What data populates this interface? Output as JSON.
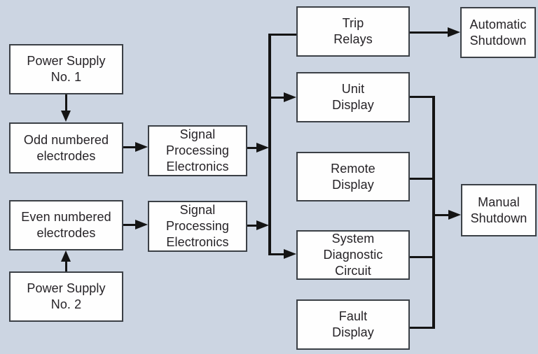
{
  "diagram": {
    "type": "block-diagram",
    "colors": {
      "background": "#ccd5e2",
      "box_fill": "#fefefe",
      "box_border": "#3b4046",
      "line": "#141414",
      "text": "#262327"
    },
    "nodes": {
      "power_supply_1": {
        "label": "Power Supply\nNo. 1"
      },
      "odd_electrodes": {
        "label": "Odd numbered\nelectrodes"
      },
      "even_electrodes": {
        "label": "Even numbered\nelectrodes"
      },
      "power_supply_2": {
        "label": "Power Supply\nNo. 2"
      },
      "signal_processing_1": {
        "label": "Signal\nProcessing\nElectronics"
      },
      "signal_processing_2": {
        "label": "Signal\nProcessing\nElectronics"
      },
      "trip_relays": {
        "label": "Trip\nRelays"
      },
      "unit_display": {
        "label": "Unit\nDisplay"
      },
      "remote_display": {
        "label": "Remote\nDisplay"
      },
      "system_diagnostic_circuit": {
        "label": "System\nDiagnostic\nCircuit"
      },
      "fault_display": {
        "label": "Fault\nDisplay"
      },
      "automatic_shutdown": {
        "label": "Automatic\nShutdown"
      },
      "manual_shutdown": {
        "label": "Manual\nShutdown"
      }
    },
    "edges": [
      {
        "from": "power_supply_1",
        "to": "odd_electrodes",
        "style": "arrow"
      },
      {
        "from": "power_supply_2",
        "to": "even_electrodes",
        "style": "arrow"
      },
      {
        "from": "odd_electrodes",
        "to": "signal_processing_1",
        "style": "arrow"
      },
      {
        "from": "even_electrodes",
        "to": "signal_processing_2",
        "style": "arrow"
      },
      {
        "from": "signal_processing_1",
        "to": "left_bus",
        "style": "arrow"
      },
      {
        "from": "signal_processing_2",
        "to": "left_bus",
        "style": "arrow"
      },
      {
        "from": "left_bus",
        "to": "trip_relays",
        "style": "line"
      },
      {
        "from": "left_bus",
        "to": "unit_display",
        "style": "arrow"
      },
      {
        "from": "left_bus",
        "to": "system_diagnostic_circuit",
        "style": "arrow"
      },
      {
        "from": "trip_relays",
        "to": "automatic_shutdown",
        "style": "arrow"
      },
      {
        "from": "unit_display",
        "to": "right_bus",
        "style": "line"
      },
      {
        "from": "remote_display",
        "to": "right_bus",
        "style": "line"
      },
      {
        "from": "system_diagnostic_circuit",
        "to": "right_bus",
        "style": "line"
      },
      {
        "from": "fault_display",
        "to": "right_bus",
        "style": "line"
      },
      {
        "from": "right_bus",
        "to": "manual_shutdown",
        "style": "arrow"
      }
    ]
  }
}
